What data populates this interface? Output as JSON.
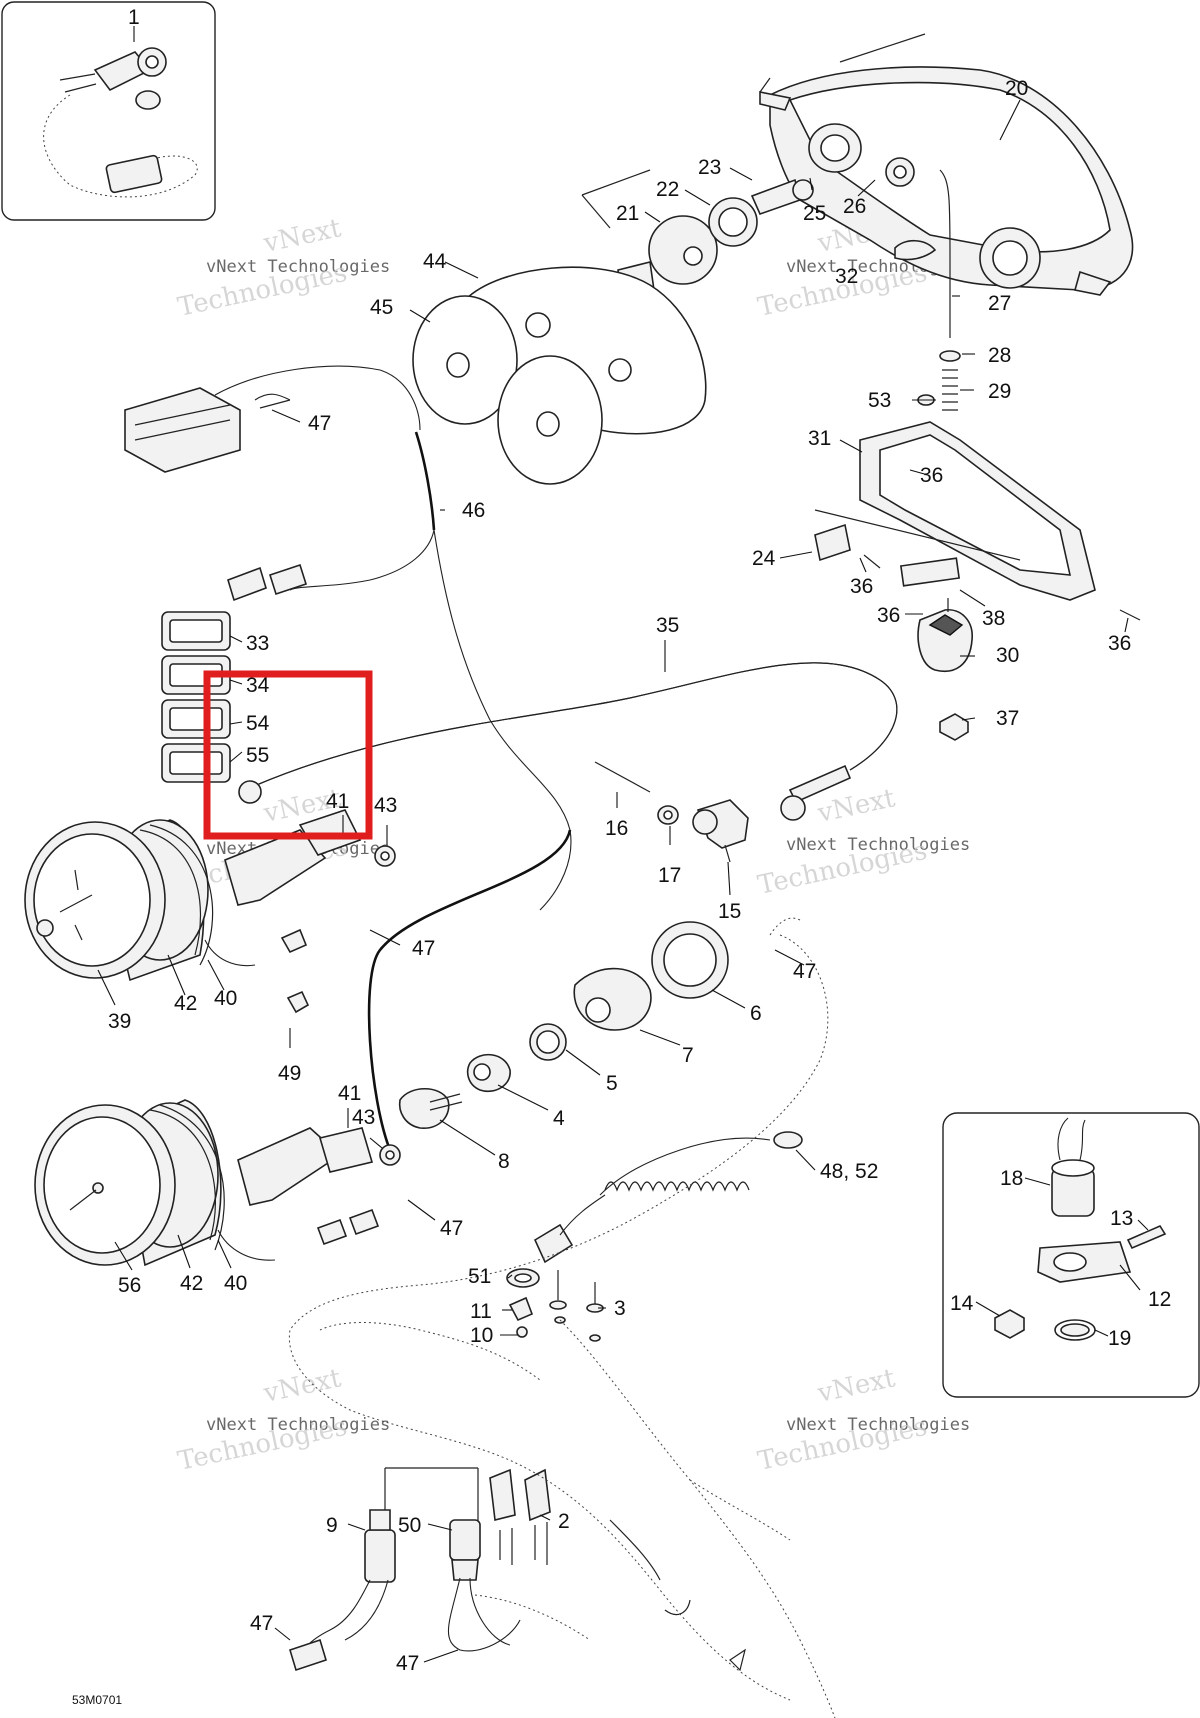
{
  "diagram": {
    "document_code": "53M0701",
    "watermark": {
      "brand": "vNext",
      "company": "Technologies",
      "subtitle": "vNext Technologies"
    },
    "highlight_color": "#e01e1e",
    "callouts": [
      "1",
      "20",
      "23",
      "22",
      "21",
      "25",
      "26",
      "44",
      "32",
      "27",
      "45",
      "28",
      "47",
      "53",
      "29",
      "31",
      "36",
      "46",
      "24",
      "36",
      "38",
      "36",
      "36",
      "35",
      "33",
      "30",
      "34",
      "37",
      "54",
      "55",
      "41",
      "43",
      "16",
      "17",
      "15",
      "47",
      "47",
      "6",
      "39",
      "42",
      "40",
      "7",
      "49",
      "5",
      "41",
      "43",
      "4",
      "8",
      "48, 52",
      "18",
      "13",
      "47",
      "51",
      "12",
      "3",
      "11",
      "56",
      "42",
      "40",
      "14",
      "10",
      "19",
      "9",
      "50",
      "2",
      "47",
      "47"
    ]
  }
}
